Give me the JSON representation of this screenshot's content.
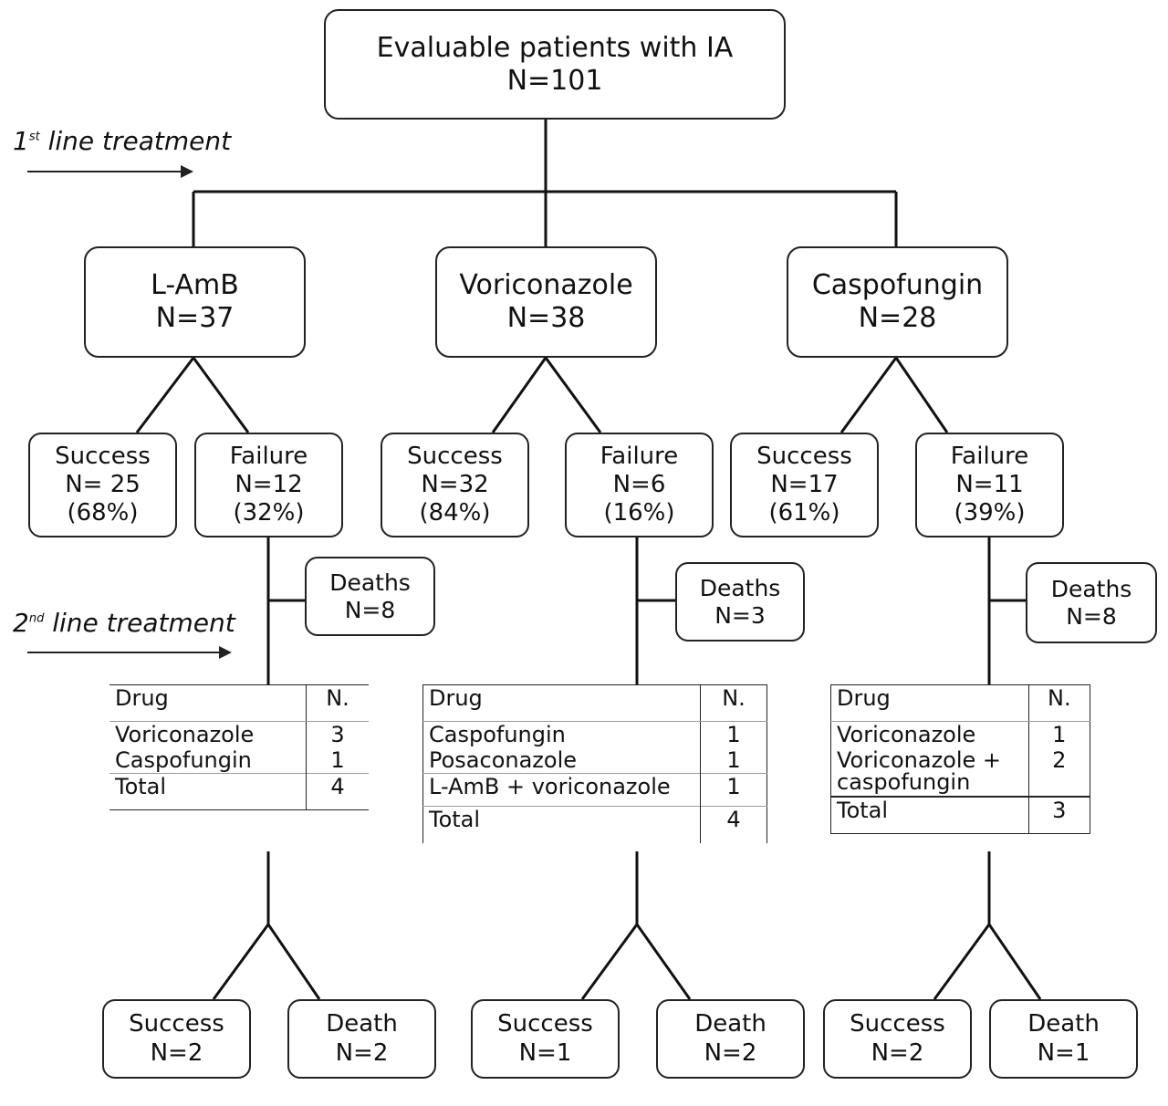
{
  "root": {
    "line1": "Evaluable patients with IA",
    "line2": "N=101"
  },
  "labels": {
    "first_num": "1",
    "first_sup": "st",
    "first_text": " line treatment",
    "second_num": "2",
    "second_sup": "nd",
    "second_text": " line treatment"
  },
  "arms": [
    {
      "name": "L-AmB",
      "n": "N=37",
      "success": {
        "label": "Success",
        "n": "N= 25",
        "pct": "(68%)"
      },
      "failure": {
        "label": "Failure",
        "n": "N=12",
        "pct": "(32%)"
      },
      "deaths": {
        "label": "Deaths",
        "n": "N=8"
      },
      "table": {
        "headers": [
          "Drug",
          "N."
        ],
        "rows": [
          [
            "Voriconazole",
            "3"
          ],
          [
            "Caspofungin",
            "1"
          ]
        ],
        "total": [
          "Total",
          "4"
        ]
      },
      "final_success": {
        "label": "Success",
        "n": "N=2"
      },
      "final_death": {
        "label": "Death",
        "n": "N=2"
      }
    },
    {
      "name": "Voriconazole",
      "n": "N=38",
      "success": {
        "label": "Success",
        "n": "N=32",
        "pct": "(84%)"
      },
      "failure": {
        "label": "Failure",
        "n": "N=6",
        "pct": "(16%)"
      },
      "deaths": {
        "label": "Deaths",
        "n": "N=3"
      },
      "table": {
        "headers": [
          "Drug",
          "N."
        ],
        "rows": [
          [
            "Caspofungin",
            "1"
          ],
          [
            "Posaconazole",
            "1"
          ],
          [
            "L-AmB + voriconazole",
            "1"
          ]
        ],
        "total": [
          "Total",
          "4"
        ]
      },
      "final_success": {
        "label": "Success",
        "n": "N=1"
      },
      "final_death": {
        "label": "Death",
        "n": "N=2"
      }
    },
    {
      "name": "Caspofungin",
      "n": "N=28",
      "success": {
        "label": "Success",
        "n": "N=17",
        "pct": "(61%)"
      },
      "failure": {
        "label": "Failure",
        "n": "N=11",
        "pct": "(39%)"
      },
      "deaths": {
        "label": "Deaths",
        "n": "N=8"
      },
      "table": {
        "headers": [
          "Drug",
          "N."
        ],
        "rows": [
          [
            "Voriconazole",
            "1"
          ],
          [
            "Voriconazole + caspofungin",
            "2"
          ]
        ],
        "total": [
          "Total",
          "3"
        ]
      },
      "final_success": {
        "label": "Success",
        "n": "N=2"
      },
      "final_death": {
        "label": "Death",
        "n": "N=1"
      }
    }
  ]
}
